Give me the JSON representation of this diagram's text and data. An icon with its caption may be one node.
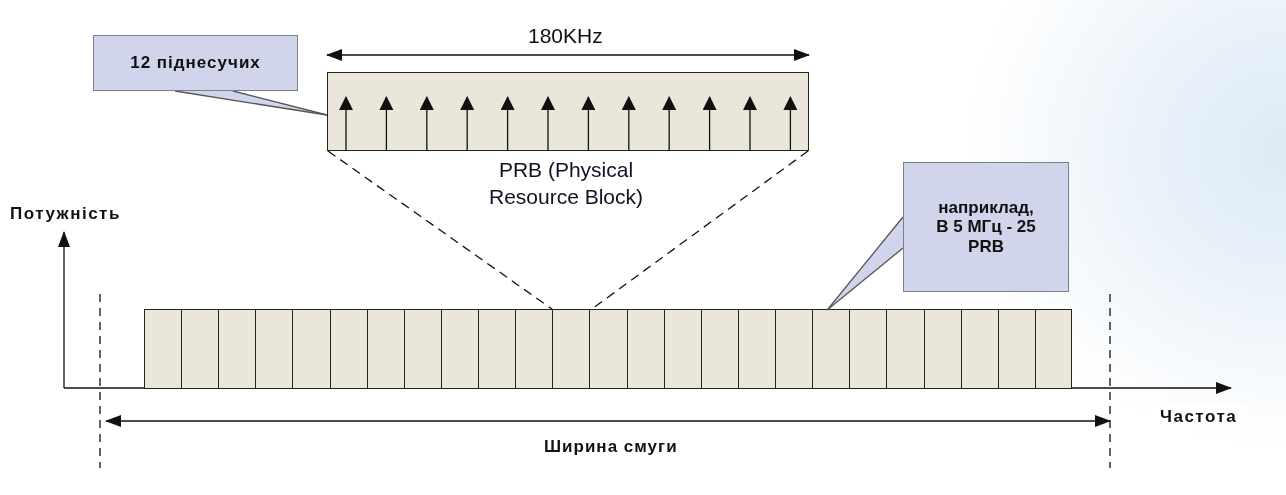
{
  "diagram": {
    "nodes": [
      {
        "text": [
          "12 піднесучих"
        ]
      },
      {
        "text": [],
        "shape": "box",
        "beside": [
          "PRB (Physical Resource Block)"
        ]
      },
      {
        "text": [
          "наприклад, В 5 МГц - 25 PRB"
        ]
      },
      {
        "text": [],
        "shape": "bar"
      },
      {
        "text": [],
        "shape": "box",
        "in": 3
      },
      {
        "text": [],
        "shape": "box",
        "in": 3
      }
    ],
    "edges": [
      {
        "from": 0,
        "to": 1,
        "arrow": "none"
      },
      {
        "from": 1,
        "to": 4,
        "arrow": "none",
        "style": "dashed"
      },
      {
        "from": 2,
        "to": 5,
        "arrow": "none"
      }
    ],
    "labels": [
      "180KHz",
      "Потужність",
      "Частота",
      "Ширина смуги"
    ]
  }
}
